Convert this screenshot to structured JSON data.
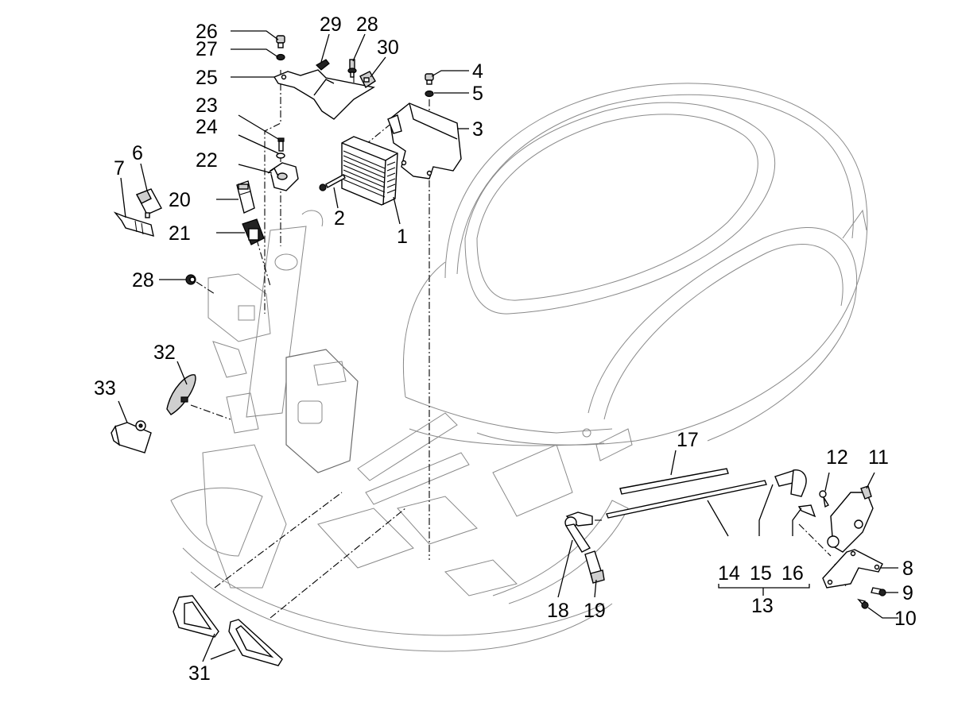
{
  "diagram": {
    "type": "exploded-parts-view",
    "subject": "scooter body / frame with electrical components",
    "callouts": [
      {
        "id": "1",
        "label": "1"
      },
      {
        "id": "2",
        "label": "2"
      },
      {
        "id": "3",
        "label": "3"
      },
      {
        "id": "4",
        "label": "4"
      },
      {
        "id": "5",
        "label": "5"
      },
      {
        "id": "6",
        "label": "6"
      },
      {
        "id": "7",
        "label": "7"
      },
      {
        "id": "8",
        "label": "8"
      },
      {
        "id": "9",
        "label": "9"
      },
      {
        "id": "10",
        "label": "10"
      },
      {
        "id": "11",
        "label": "11"
      },
      {
        "id": "12",
        "label": "12"
      },
      {
        "id": "13",
        "label": "13"
      },
      {
        "id": "14",
        "label": "14"
      },
      {
        "id": "15",
        "label": "15"
      },
      {
        "id": "16",
        "label": "16"
      },
      {
        "id": "17",
        "label": "17"
      },
      {
        "id": "18",
        "label": "18"
      },
      {
        "id": "19",
        "label": "19"
      },
      {
        "id": "20",
        "label": "20"
      },
      {
        "id": "21",
        "label": "21"
      },
      {
        "id": "22",
        "label": "22"
      },
      {
        "id": "23",
        "label": "23"
      },
      {
        "id": "24",
        "label": "24"
      },
      {
        "id": "25",
        "label": "25"
      },
      {
        "id": "26",
        "label": "26"
      },
      {
        "id": "27",
        "label": "27"
      },
      {
        "id": "28a",
        "label": "28"
      },
      {
        "id": "28b",
        "label": "28"
      },
      {
        "id": "29",
        "label": "29"
      },
      {
        "id": "30",
        "label": "30"
      },
      {
        "id": "31",
        "label": "31"
      },
      {
        "id": "32",
        "label": "32"
      },
      {
        "id": "33",
        "label": "33"
      }
    ],
    "groups": [
      {
        "parent": "13",
        "children": [
          "14",
          "15",
          "16"
        ]
      }
    ]
  }
}
